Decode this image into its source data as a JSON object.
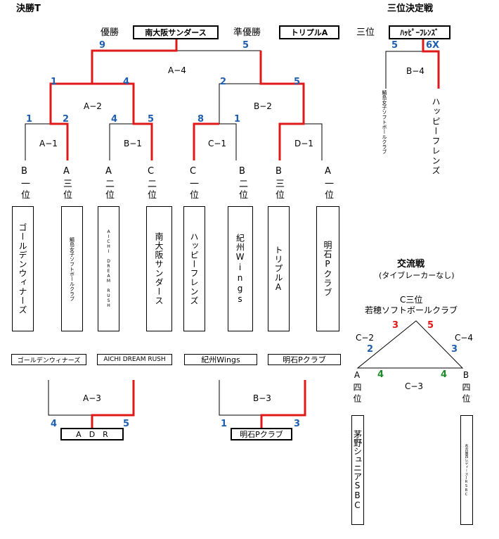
{
  "headers": {
    "final": "決勝T",
    "third": "三位決定戦"
  },
  "results": {
    "champion_label": "優勝",
    "champion": "南大阪サンダース",
    "runnerup_label": "準優勝",
    "runnerup": "トリプルA",
    "third_label": "三位",
    "third": "ﾊｯﾋﾟｰﾌﾚﾝｽﾞ"
  },
  "matches": {
    "a4": "A−4",
    "a2": "A−2",
    "b2": "B−2",
    "a1": "A−1",
    "b1": "B−1",
    "c1": "C−1",
    "d1": "D−1",
    "b4": "B−4",
    "a3": "A−3",
    "b3": "B−3",
    "c3": "C−3",
    "c2": "C−2",
    "c4": "C−4"
  },
  "scores": {
    "final_left": "9",
    "final_right": "5",
    "a2_left": "1",
    "a2_right": "4",
    "b2_left": "2",
    "b2_right": "5",
    "a1_left": "1",
    "a1_right": "2",
    "b1_left": "4",
    "b1_right": "5",
    "c1_left": "8",
    "c1_right": "1",
    "b4_left": "5",
    "b4_right": "6X",
    "a3_left": "4",
    "a3_right": "5",
    "b3_left": "1",
    "b3_right": "3",
    "tri_top_left": "3",
    "tri_top_right": "5",
    "tri_left": "2",
    "tri_right": "3",
    "tri_bottom_left": "4",
    "tri_bottom_right": "4"
  },
  "seeds": [
    "B一位",
    "A三位",
    "A二位",
    "C二位",
    "C一位",
    "B二位",
    "B三位",
    "A一位"
  ],
  "teams": [
    "ゴールデンウィナーズ",
    "鯖島女子ソフトボールクラブ",
    "AICHI DREAM RUSH",
    "南大阪サンダース",
    "ハッピーフレンズ",
    "紀州Wings",
    "トリプルA",
    "明石Pクラブ"
  ],
  "third_teams": {
    "left": "鯖島女子ソフトボールクラブ",
    "right": "ハッピーフレンズ"
  },
  "lower_teams": [
    "ゴールデンウィナーズ",
    "AICHI DREAM RUSH",
    "紀州Wings",
    "明石Pクラブ"
  ],
  "lower_winners": {
    "a3": "A　D　R",
    "b3": "明石Pクラブ"
  },
  "exchange": {
    "title": "交流戦",
    "subtitle": "(タイブレーカーなし)",
    "top_seed": "C三位",
    "top_team": "若穂ソフトボールクラブ",
    "left_seed": "A四位",
    "right_seed": "B四位",
    "left_team": "茅野シュニアSBC",
    "right_team": "名古屋西レディースJRSBC"
  },
  "colors": {
    "win_line": "#e01818",
    "score_blue": "#1f5fb0",
    "score_green": "#1e8a2a"
  }
}
